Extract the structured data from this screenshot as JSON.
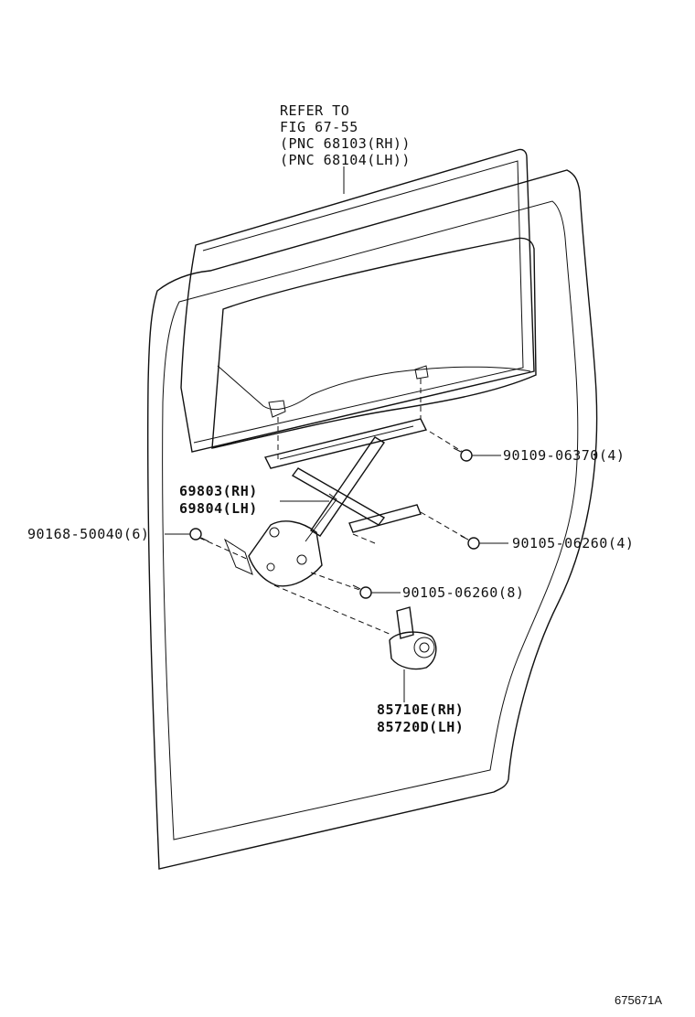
{
  "callouts": {
    "glass_ref": [
      "REFER TO",
      "FIG 67-55",
      "(PNC 68103(RH))",
      "(PNC 68104(LH))"
    ],
    "bolt_top": "90109-06370(4)",
    "regulator": [
      "69803(RH)",
      "69804(LH)"
    ],
    "bolt_left": "90168-50040(6)",
    "bolt_right": "90105-06260(4)",
    "bolt_mid": "90105-06260(8)",
    "motor": [
      "85710E(RH)",
      "85720D(LH)"
    ]
  },
  "figure_number": "675671A"
}
